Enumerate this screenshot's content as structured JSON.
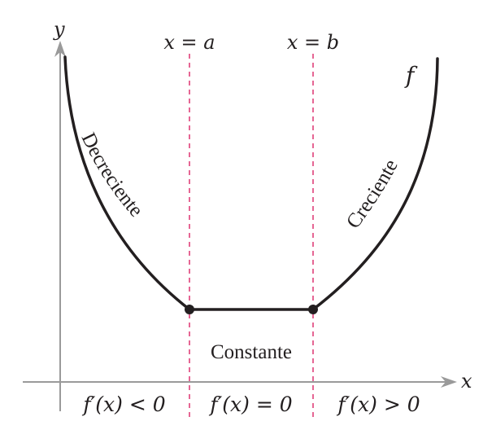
{
  "axes": {
    "x_label": "x",
    "y_label": "y"
  },
  "vertical_lines": {
    "a_label": "x = a",
    "b_label": "x = b"
  },
  "function_label": "f",
  "curve_labels": {
    "decreasing": "Decreciente",
    "constant": "Constante",
    "increasing": "Creciente"
  },
  "derivative_conditions": {
    "left": "f′(x) < 0",
    "middle": "f′(x) = 0",
    "right": "f′(x) > 0"
  },
  "colors": {
    "axis": "#9a9a9a",
    "curve": "#231f20",
    "dashed_line": "#e0407a",
    "text": "#231f20"
  }
}
